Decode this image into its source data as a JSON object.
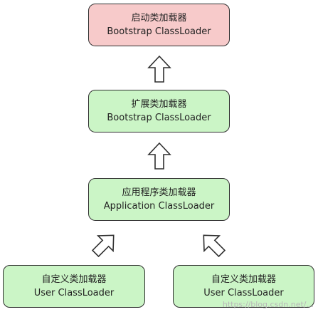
{
  "nodes": {
    "bootstrap": {
      "title": "启动类加载器",
      "subtitle": "Bootstrap ClassLoader",
      "fill": "#f7caca"
    },
    "extension": {
      "title": "扩展类加载器",
      "subtitle": "Bootstrap ClassLoader",
      "fill": "#cbf5c6"
    },
    "application": {
      "title": "应用程序类加载器",
      "subtitle": "Application ClassLoader",
      "fill": "#cbf5c6"
    },
    "user_left": {
      "title": "自定义类加载器",
      "subtitle": "User ClassLoader",
      "fill": "#cbf5c6"
    },
    "user_right": {
      "title": "自定义类加载器",
      "subtitle": "User ClassLoader",
      "fill": "#cbf5c6"
    }
  },
  "edges": [
    {
      "from": "extension",
      "to": "bootstrap"
    },
    {
      "from": "application",
      "to": "extension"
    },
    {
      "from": "user_left",
      "to": "application"
    },
    {
      "from": "user_right",
      "to": "application"
    }
  ],
  "watermark": "https://blog.csdn.net/..."
}
